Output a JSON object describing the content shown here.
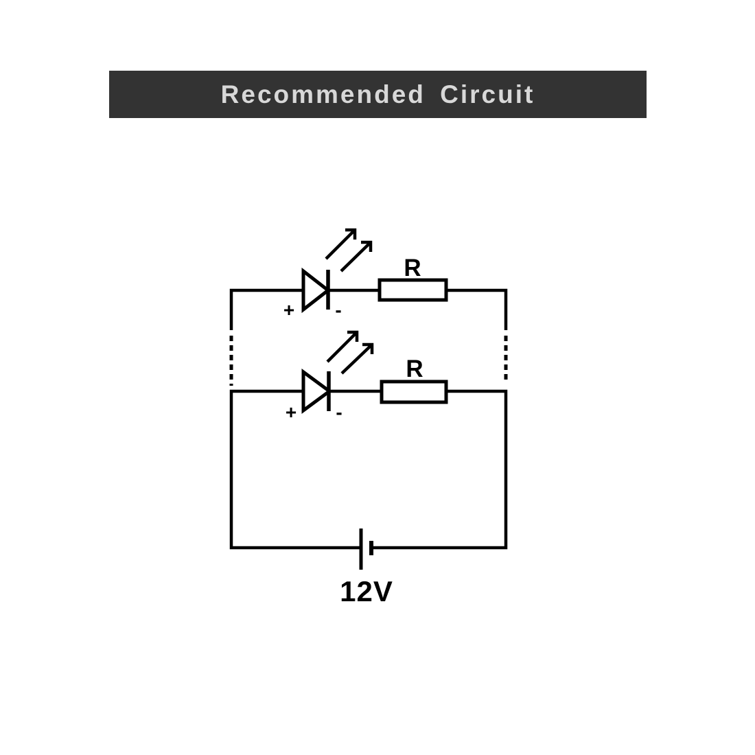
{
  "header": {
    "title": "Recommended Circuit",
    "bg_color": "#333333",
    "text_color": "#d8d8d8"
  },
  "circuit": {
    "line_color": "#000000",
    "description": "Parallel LED branches with series resistors across a battery",
    "branches": [
      {
        "component": "led-with-series-resistor",
        "led": {
          "anode_label": "+",
          "cathode_label": "-"
        },
        "resistor_label": "R"
      },
      {
        "component": "led-with-series-resistor",
        "led": {
          "anode_label": "+",
          "cathode_label": "-"
        },
        "resistor_label": "R"
      }
    ],
    "continuation": "dotted lines between branches indicating more parallel branches",
    "battery": {
      "voltage_label": "12V"
    }
  }
}
